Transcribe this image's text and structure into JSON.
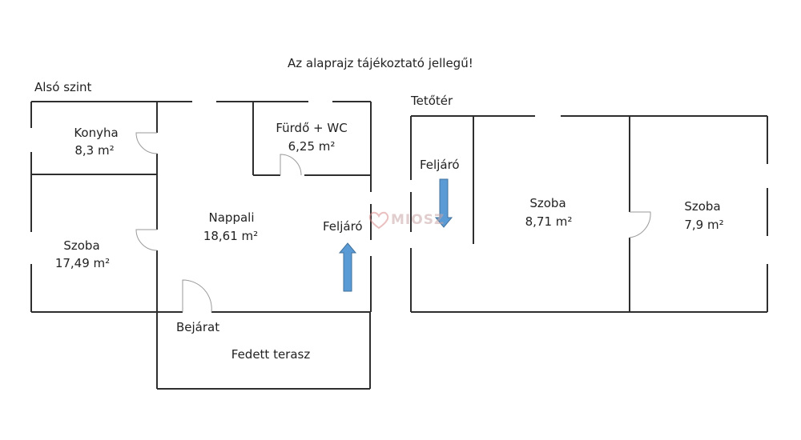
{
  "note": "Az alaprajz tájékoztató jellegű!",
  "ground_floor": {
    "title": "Alsó szint",
    "rooms": {
      "konyha": {
        "name": "Konyha",
        "area": "8,3 m²"
      },
      "furdo": {
        "name": "Fürdő + WC",
        "area": "6,25 m²"
      },
      "nappali": {
        "name": "Nappali",
        "area": "18,61 m²"
      },
      "szoba": {
        "name": "Szoba",
        "area": "17,49 m²"
      }
    },
    "stairs_label": "Feljáró",
    "entrance_label": "Bejárat",
    "terrace_label": "Fedett terasz"
  },
  "attic": {
    "title": "Tetőtér",
    "stairs_label": "Feljáró",
    "rooms": {
      "szoba1": {
        "name": "Szoba",
        "area": "8,71 m²"
      },
      "szoba2": {
        "name": "Szoba",
        "area": "7,9 m²"
      }
    }
  },
  "watermark": {
    "text": "MIOSZ"
  },
  "colors": {
    "walls": "#2e2e2e",
    "arrow_fill": "#5b9bd5",
    "arrow_stroke": "#41719c",
    "door": "#9a9a9a"
  }
}
